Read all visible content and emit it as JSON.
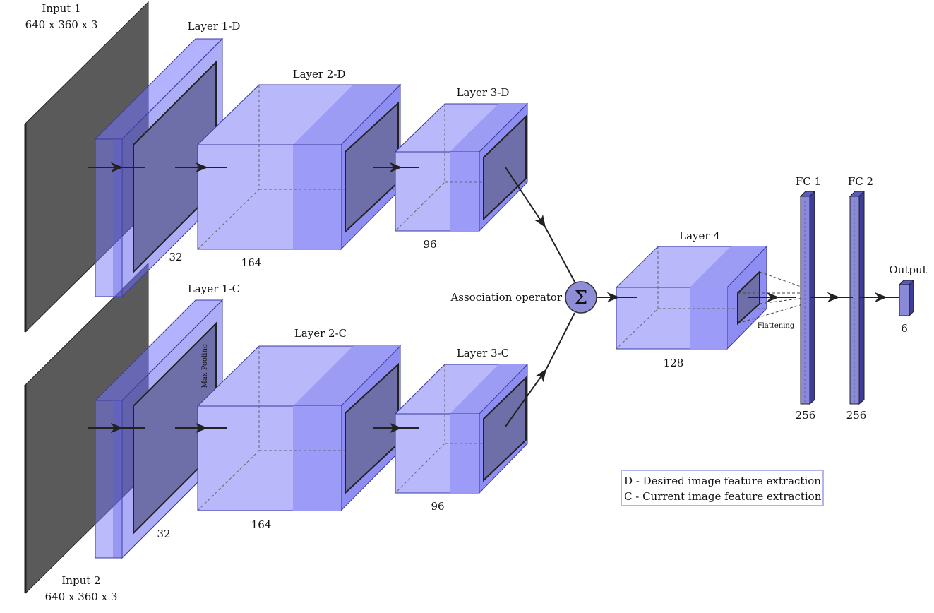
{
  "diagram": {
    "inputs": [
      {
        "name": "Input 1",
        "dims": "640 x 360 x 3"
      },
      {
        "name": "Input 2",
        "dims": "640 x 360 x 3"
      }
    ],
    "branch_d": {
      "layer1": {
        "name": "Layer 1-D",
        "size": "32"
      },
      "layer2": {
        "name": "Layer 2-D",
        "size": "164"
      },
      "layer3": {
        "name": "Layer 3-D",
        "size": "96"
      }
    },
    "branch_c": {
      "layer1": {
        "name": "Layer 1-C",
        "size": "32",
        "note": "Max Pooling"
      },
      "layer2": {
        "name": "Layer 2-C",
        "size": "164"
      },
      "layer3": {
        "name": "Layer 3-C",
        "size": "96"
      }
    },
    "operator": {
      "label": "Association operator",
      "symbol": "Σ"
    },
    "layer4": {
      "name": "Layer 4",
      "size": "128",
      "note": "Flattening"
    },
    "fc1": {
      "name": "FC 1",
      "size": "256"
    },
    "fc2": {
      "name": "FC 2",
      "size": "256"
    },
    "output": {
      "name": "Output",
      "size": "6"
    },
    "legend": [
      "D - Desired image feature extraction",
      "C - Current image feature extraction"
    ]
  }
}
